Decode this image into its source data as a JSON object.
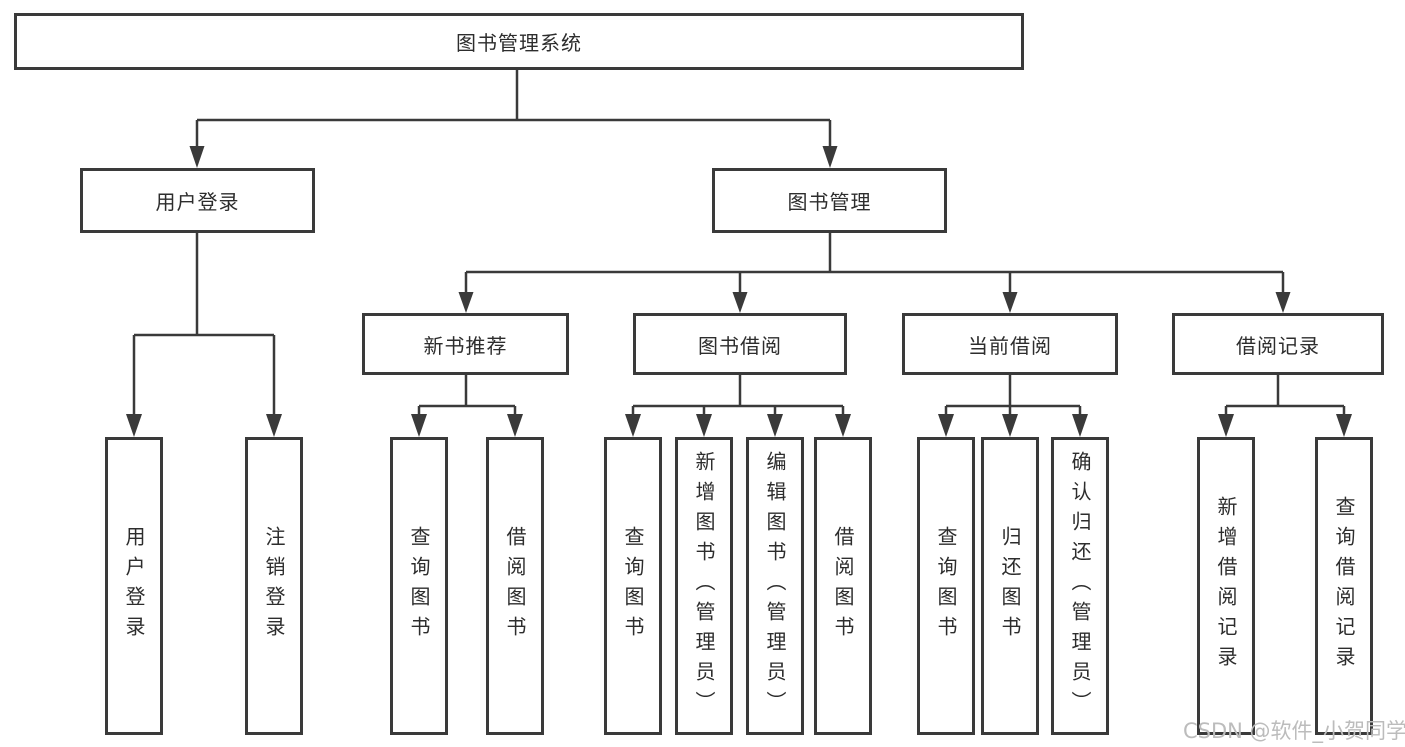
{
  "diagram_title": "图书管理系统",
  "tree": {
    "root": {
      "label": "图书管理系统"
    },
    "level2": [
      {
        "label": "用户登录",
        "children": [
          {
            "label": "用户登录"
          },
          {
            "label": "注销登录"
          }
        ]
      },
      {
        "label": "图书管理",
        "children": [
          {
            "label": "新书推荐",
            "children": [
              {
                "label": "查询图书"
              },
              {
                "label": "借阅图书"
              }
            ]
          },
          {
            "label": "图书借阅",
            "children": [
              {
                "label": "查询图书"
              },
              {
                "label": "新增图书（管理员）"
              },
              {
                "label": "编辑图书（管理员）"
              },
              {
                "label": "借阅图书"
              }
            ]
          },
          {
            "label": "当前借阅",
            "children": [
              {
                "label": "查询图书"
              },
              {
                "label": "归还图书"
              },
              {
                "label": "确认归还（管理员）"
              }
            ]
          },
          {
            "label": "借阅记录",
            "children": [
              {
                "label": "新增借阅记录"
              },
              {
                "label": "查询借阅记录"
              }
            ]
          }
        ]
      }
    ]
  },
  "watermark": {
    "text": "CSDN @软件_小贺同学"
  },
  "colors": {
    "line": "#3a3a3a",
    "box_border": "#3a3a3a",
    "text": "#2d2d2d",
    "watermark": "#bcbcbc",
    "background": "#ffffff"
  }
}
